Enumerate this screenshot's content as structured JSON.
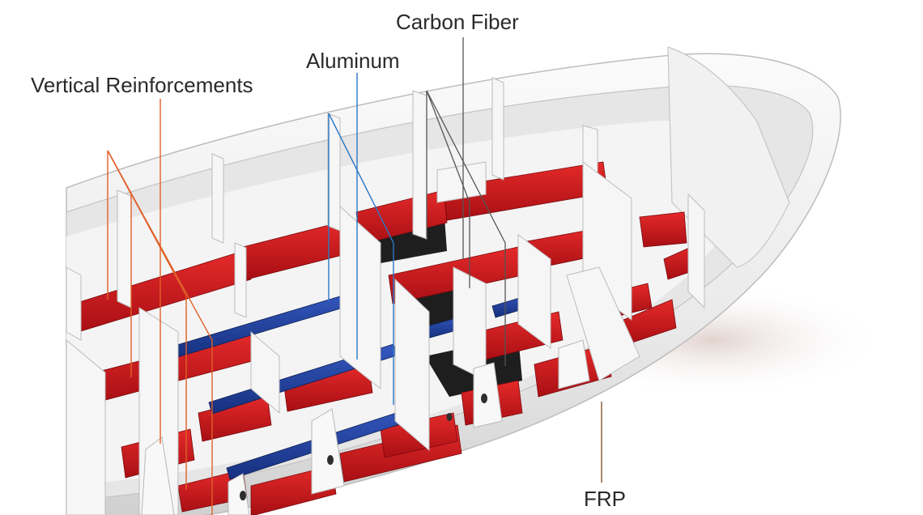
{
  "labels": {
    "vertical_reinforcements": "Vertical Reinforcements",
    "aluminum": "Aluminum",
    "carbon_fiber": "Carbon Fiber",
    "frp": "FRP"
  },
  "colors": {
    "vertical_reinforcements_leader": "#e0602a",
    "aluminum_leader": "#2a78c8",
    "carbon_fiber_leader": "#555555",
    "frp_leader": "#8a5a30",
    "red_stringer": "#c8161c",
    "blue_aluminum": "#1f3f9e",
    "carbon_panel": "#1e1e1e",
    "hull_white": "#f2f2f2"
  }
}
